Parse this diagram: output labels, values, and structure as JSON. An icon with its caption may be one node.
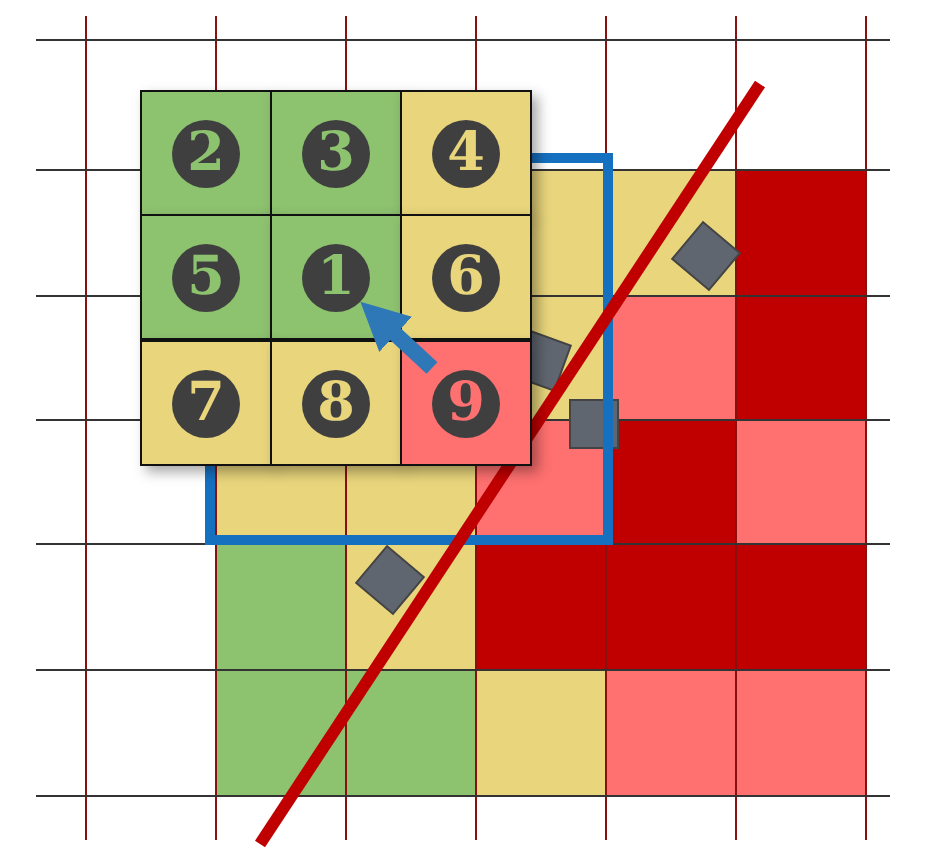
{
  "diagram": {
    "nodes": [
      {
        "text": [
          "2"
        ]
      },
      {
        "text": [
          "3"
        ]
      },
      {
        "text": [
          "4"
        ]
      },
      {
        "text": [
          "5"
        ]
      },
      {
        "text": [
          "1"
        ]
      },
      {
        "text": [
          "6"
        ]
      },
      {
        "text": [
          "7"
        ]
      },
      {
        "text": [
          "8"
        ]
      },
      {
        "text": [
          "9"
        ]
      }
    ],
    "edges": [
      {
        "from": 8,
        "to": 4,
        "arrow": "to"
      }
    ]
  }
}
